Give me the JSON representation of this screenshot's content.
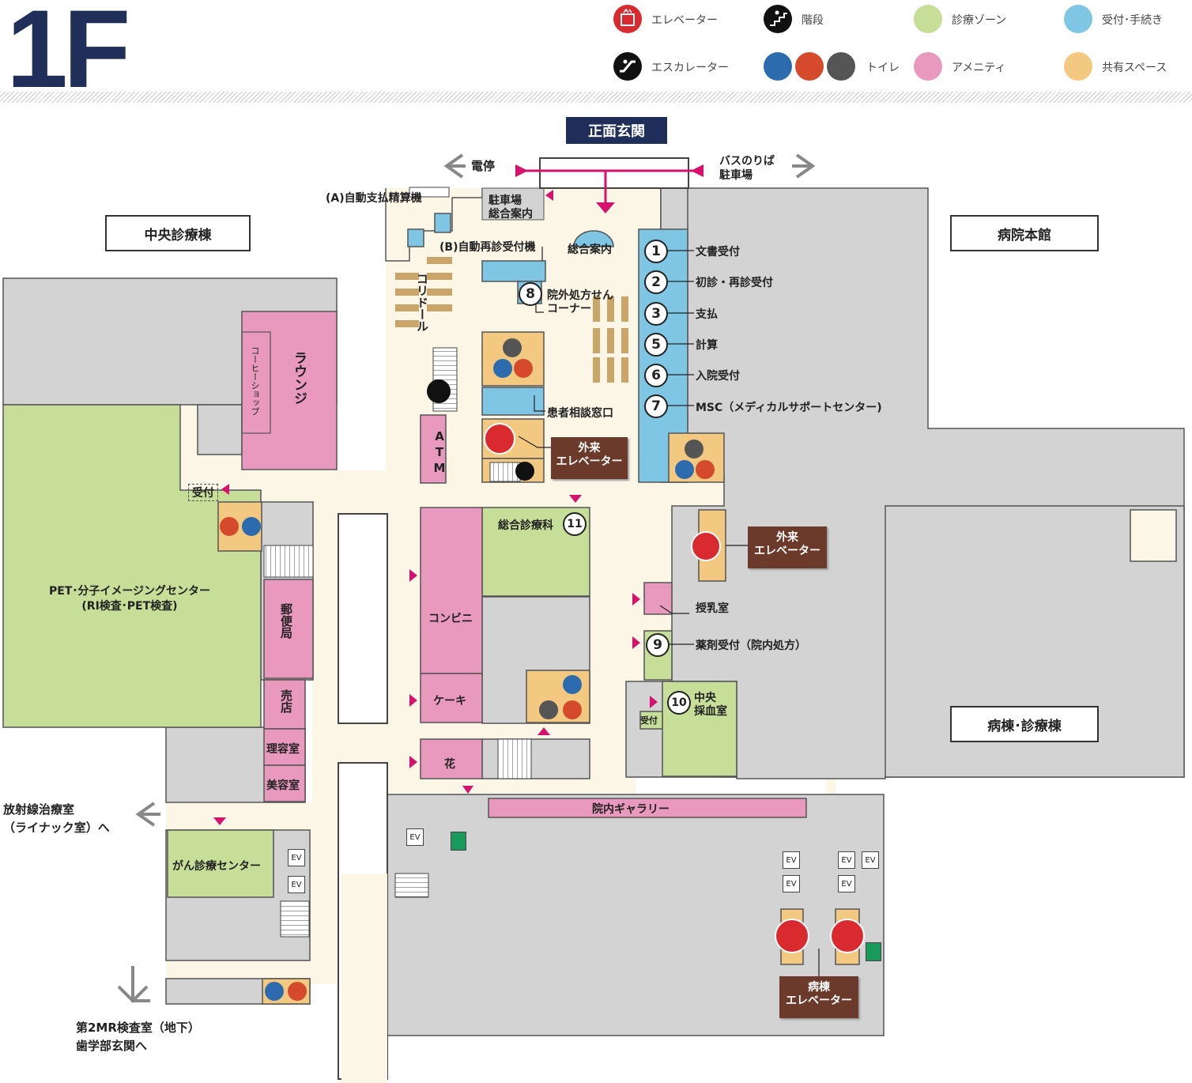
{
  "floor_label": "1F",
  "legend": {
    "elevator": "エレベーター",
    "stairs": "階段",
    "clinical_zone": "診療ゾーン",
    "reception": "受付･手続き",
    "escalator": "エスカレーター",
    "toilet": "トイレ",
    "amenity": "アメニティ",
    "shared_space": "共有スペース"
  },
  "colors": {
    "corridor": "#fbf6e6",
    "gray_block": "#d3d3d3",
    "clinical": "#c6de98",
    "reception": "#7ec6e4",
    "amenity": "#e899bd",
    "shared": "#f3c981",
    "magenta": "#d6126f",
    "navy": "#1f2f5a",
    "brown": "#6b3a2a",
    "elevator_red": "#d82a2f",
    "toilet_blue": "#2c6cae",
    "toilet_red": "#d44a2b"
  },
  "entrance": {
    "main": "正面玄関",
    "tram": "電停",
    "bus_parking": [
      "バスのりば",
      "駐車場"
    ]
  },
  "buildings": {
    "central": "中央診療棟",
    "main": "病院本館",
    "ward": "病棟･診療棟"
  },
  "rooms": {
    "auto_payment": "(A)自動支払精算機",
    "auto_reception": "(B)自動再診受付機",
    "parking_info": [
      "駐車場",
      "総合案内"
    ],
    "general_info": "総合案内",
    "prescription": [
      "院外処方せん",
      "コーナー"
    ],
    "corridor": "コリドール",
    "patient_consult": "患者相談窓口",
    "lounge": "ラウンジ",
    "coffee": "コーヒーショップ",
    "atm": "ATM",
    "pet_reception": "受付",
    "pet_center": [
      "PET･分子イメージングセンター",
      "(RI検査･PET検査)"
    ],
    "post_office": "郵便局",
    "store": "売店",
    "barber": "理容室",
    "beauty": "美容室",
    "cancer_center": "がん診療センター",
    "general_medicine": "総合診療科",
    "convenience": "コンビニ",
    "cake": "ケーキ",
    "flowers": "花",
    "gallery": "院内ギャラリー",
    "nursing": "授乳室",
    "pharmacy": "薬剤受付（院内処方）",
    "blood_reception": "受付",
    "blood_lab": [
      "中央",
      "採血室"
    ]
  },
  "counters": [
    {
      "n": "1",
      "label": "文書受付"
    },
    {
      "n": "2",
      "label": "初診・再診受付"
    },
    {
      "n": "3",
      "label": "支払"
    },
    {
      "n": "5",
      "label": "計算"
    },
    {
      "n": "6",
      "label": "入院受付"
    },
    {
      "n": "7",
      "label": "MSC（メディカルサポートセンター)"
    }
  ],
  "markers": {
    "m8": "8",
    "m9": "9",
    "m10": "10",
    "m11": "11"
  },
  "elevator_tags": {
    "outpatient": [
      "外来",
      "エレベーター"
    ],
    "ward": [
      "病棟",
      "エレベーター"
    ]
  },
  "ev_label": "EV",
  "exits": {
    "radiation": [
      "放射線治療室",
      "（ライナック室）へ"
    ],
    "mr_dental": [
      "第2MR検査室（地下）",
      "歯学部玄関へ"
    ]
  }
}
